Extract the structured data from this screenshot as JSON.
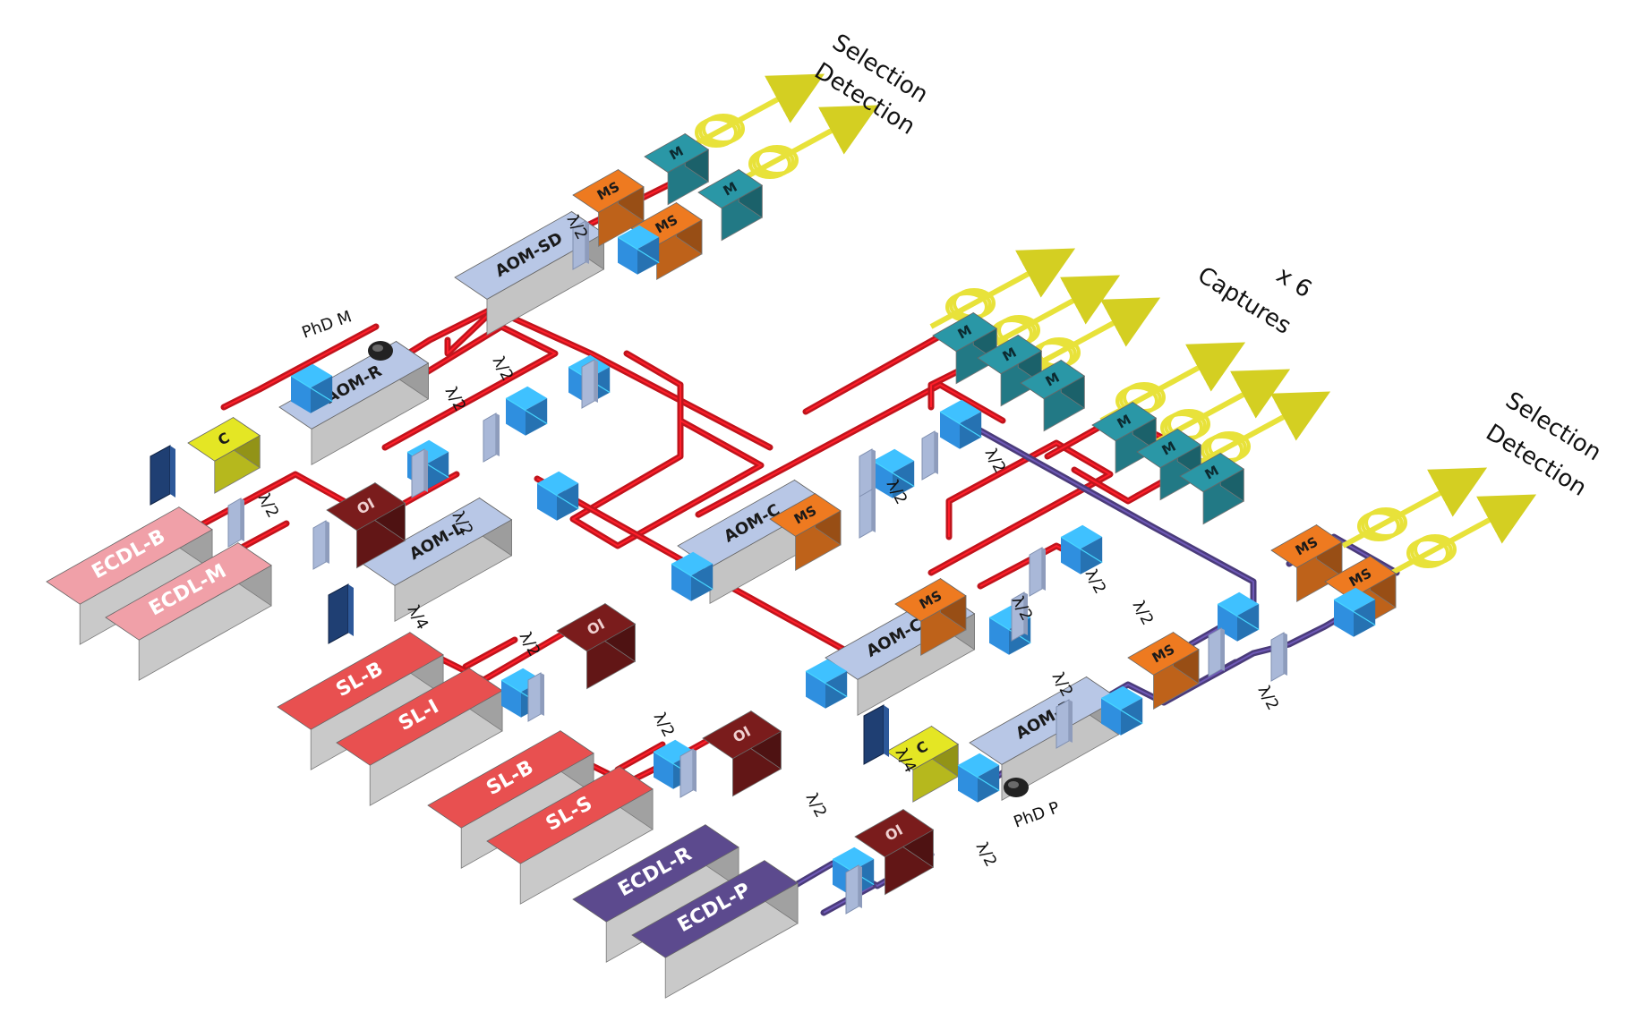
{
  "colors": {
    "beam_red": "#c0141c",
    "beam_purple": "#4a3b7a",
    "fiber_yellow": "#e8e23a",
    "aom_top": "#b8c7e6",
    "aom_side": "#c8c8c8",
    "ecdl_top": "#f0a0a8",
    "sl_top": "#e85050",
    "ecdl_p_top": "#5c4a8e",
    "cube_blue": "#2f8fdf",
    "isolator": "#7a1c1c",
    "ms_orange": "#ee7a20",
    "m_teal": "#2a97a6",
    "cell_yellow": "#e4e624",
    "detector_navy": "#1f3f73"
  },
  "labels": {
    "selection_detection_top": [
      "Selection",
      "Detection"
    ],
    "captures": [
      "x 6",
      "Captures"
    ],
    "selection_detection_right": [
      "Selection",
      "Detection"
    ],
    "phd_m": "PhD M",
    "phd_p": "PhD P"
  },
  "components": {
    "aom_sd": "AOM-SD",
    "aom_r": "AOM-R",
    "aom_l": "AOM-L",
    "aom_c": "AOM-C",
    "aom_cs": "AOM-CS",
    "aom_p": "AOM-P",
    "ecdl_b": "ECDL-B",
    "ecdl_m": "ECDL-M",
    "ecdl_r": "ECDL-R",
    "ecdl_p": "ECDL-P",
    "sl_b1": "SL-B",
    "sl_i": "SL-I",
    "sl_b2": "SL-B",
    "sl_s": "SL-S",
    "oi": "OI",
    "cell": "C",
    "ms": "MS",
    "m": "M"
  },
  "waveplates": {
    "half": "λ/2",
    "quarter": "λ/4"
  }
}
